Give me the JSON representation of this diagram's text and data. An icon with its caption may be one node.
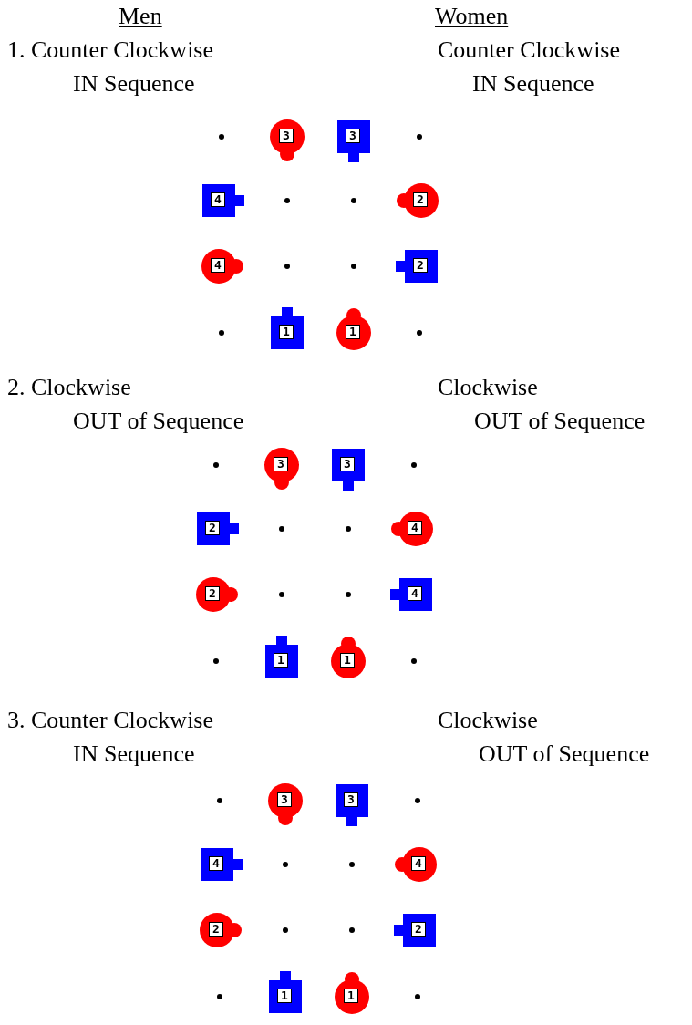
{
  "diagram": {
    "nodes": [
      {
        "text": [
          "3"
        ]
      },
      {
        "text": [
          "3"
        ]
      },
      {
        "text": [
          "4"
        ]
      },
      {
        "text": [
          "2"
        ]
      },
      {
        "text": [
          "4"
        ]
      },
      {
        "text": [
          "2"
        ]
      },
      {
        "text": [
          "1"
        ]
      },
      {
        "text": [
          "1"
        ]
      },
      {
        "text": [
          "3"
        ]
      },
      {
        "text": [
          "3"
        ]
      },
      {
        "text": [
          "2"
        ]
      },
      {
        "text": [
          "4"
        ]
      },
      {
        "text": [
          "2"
        ]
      },
      {
        "text": [
          "4"
        ]
      },
      {
        "text": [
          "1"
        ]
      },
      {
        "text": [
          "1"
        ]
      },
      {
        "text": [
          "3"
        ]
      },
      {
        "text": [
          "3"
        ]
      },
      {
        "text": [
          "4"
        ]
      },
      {
        "text": [
          "4"
        ]
      },
      {
        "text": [
          "2"
        ]
      },
      {
        "text": [
          "2"
        ]
      },
      {
        "text": [
          "1"
        ]
      },
      {
        "text": [
          "1"
        ]
      }
    ],
    "labels": [
      "Men",
      "Women",
      "1. Counter Clockwise",
      "Counter Clockwise",
      "IN Sequence",
      "IN Sequence",
      "2. Clockwise",
      "Clockwise",
      "OUT of Sequence",
      "OUT of Sequence",
      "3. Counter Clockwise",
      "Clockwise",
      "IN Sequence",
      "OUT of Sequence"
    ]
  }
}
